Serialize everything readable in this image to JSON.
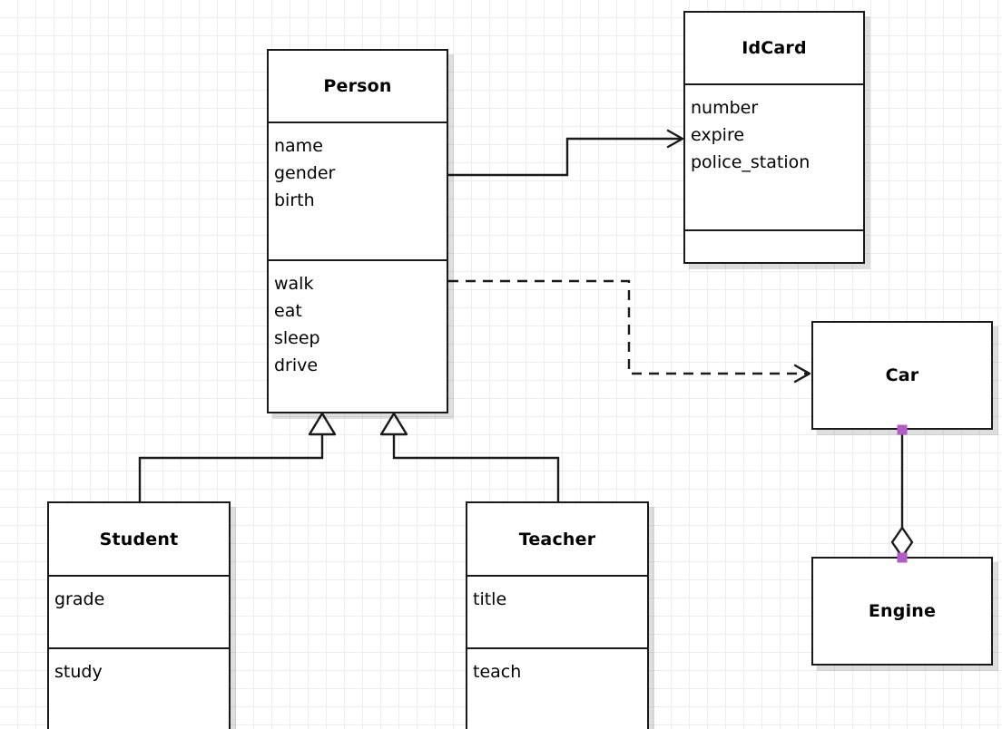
{
  "diagram": {
    "kind": "uml-class-diagram",
    "background": "#ffffff",
    "grid_color": "#ededed",
    "line_color": "#1a1a1a",
    "handle_color": "#b15cc4"
  },
  "classes": {
    "person": {
      "name": "Person",
      "attributes": [
        "name",
        "gender",
        "birth"
      ],
      "operations": [
        "walk",
        "eat",
        "sleep",
        "drive"
      ]
    },
    "idcard": {
      "name": "IdCard",
      "attributes": [
        "number",
        "expire",
        "police_station"
      ],
      "operations": []
    },
    "student": {
      "name": "Student",
      "attributes": [
        "grade"
      ],
      "operations": [
        "study"
      ]
    },
    "teacher": {
      "name": "Teacher",
      "attributes": [
        "title"
      ],
      "operations": [
        "teach"
      ]
    },
    "car": {
      "name": "Car"
    },
    "engine": {
      "name": "Engine"
    }
  },
  "relationships": [
    {
      "id": "person-idcard",
      "type": "association",
      "source": "Person",
      "target": "IdCard",
      "style": "solid",
      "arrowhead": "open"
    },
    {
      "id": "person-car",
      "type": "dependency",
      "source": "Person",
      "target": "Car",
      "style": "dashed",
      "arrowhead": "open"
    },
    {
      "id": "student-person",
      "type": "generalization",
      "source": "Student",
      "target": "Person",
      "style": "solid",
      "arrowhead": "hollow-triangle"
    },
    {
      "id": "teacher-person",
      "type": "generalization",
      "source": "Teacher",
      "target": "Person",
      "style": "solid",
      "arrowhead": "hollow-triangle"
    },
    {
      "id": "car-engine",
      "type": "aggregation",
      "source": "Car",
      "target": "Engine",
      "style": "solid",
      "arrowhead": "hollow-diamond",
      "selected": true
    }
  ]
}
